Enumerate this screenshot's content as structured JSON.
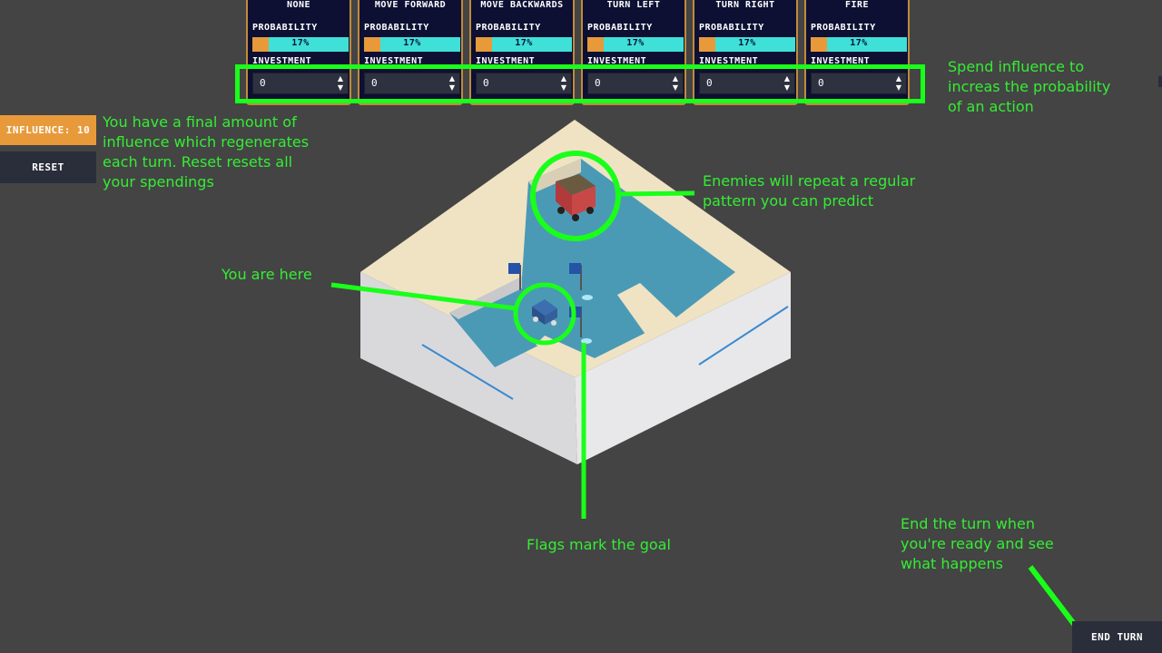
{
  "actions": [
    {
      "title": "NONE",
      "prob_label": "PROBABILITY",
      "probability_text": "17%",
      "probability": 0.17,
      "inv_label": "INVESTMENT",
      "investment": "0"
    },
    {
      "title": "MOVE FORWARD",
      "prob_label": "PROBABILITY",
      "probability_text": "17%",
      "probability": 0.17,
      "inv_label": "INVESTMENT",
      "investment": "0"
    },
    {
      "title": "MOVE BACKWARDS",
      "prob_label": "PROBABILITY",
      "probability_text": "17%",
      "probability": 0.17,
      "inv_label": "INVESTMENT",
      "investment": "0"
    },
    {
      "title": "TURN LEFT",
      "prob_label": "PROBABILITY",
      "probability_text": "17%",
      "probability": 0.17,
      "inv_label": "INVESTMENT",
      "investment": "0"
    },
    {
      "title": "TURN RIGHT",
      "prob_label": "PROBABILITY",
      "probability_text": "17%",
      "probability": 0.17,
      "inv_label": "INVESTMENT",
      "investment": "0"
    },
    {
      "title": "FIRE",
      "prob_label": "PROBABILITY",
      "probability_text": "17%",
      "probability": 0.17,
      "inv_label": "INVESTMENT",
      "investment": "0"
    }
  ],
  "left_panel": {
    "influence_label": "INFLUENCE: 10",
    "reset_label": "RESET"
  },
  "end_turn_label": "END TURN",
  "annotations": {
    "spend": "Spend influence to\nincreas the probability\nof an action",
    "influence": "You have a final amount of\ninfluence which regenerates\neach turn. Reset resets all\nyour spendings",
    "enemies": "Enemies will repeat a regular\npattern you can predict",
    "you_are_here": "You are here",
    "flags": "Flags mark the goal",
    "end_turn": "End the turn when\nyou're ready and see\nwhat happens"
  },
  "colors": {
    "background": "#444444",
    "card_bg": "#0d1033",
    "card_border": "#c08a3a",
    "accent_orange": "#e89a3a",
    "accent_cyan": "#3ee0d8",
    "annotation_green": "#33ee33",
    "highlight_green": "#1aff1a",
    "water": "#4b9ab5",
    "sand": "#efe3c4"
  }
}
